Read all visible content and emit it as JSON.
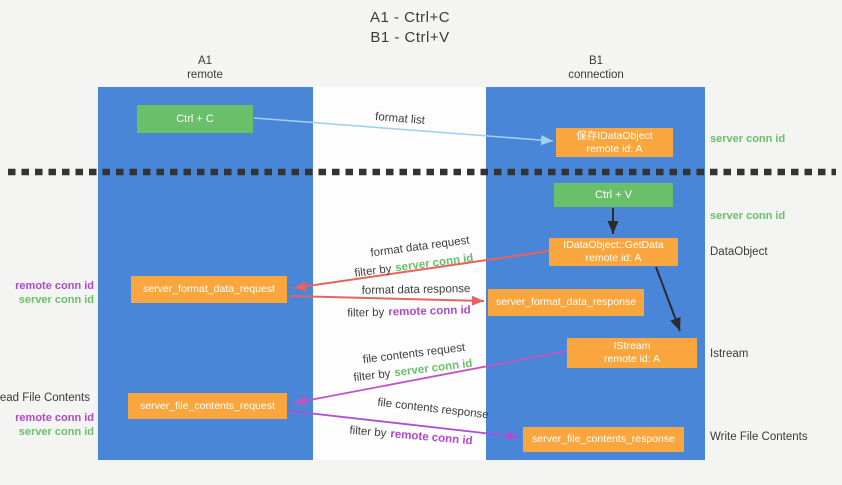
{
  "title": {
    "line1": "A1 - Ctrl+C",
    "line2": "B1 - Ctrl+V"
  },
  "lanes": {
    "a1": {
      "name": "A1",
      "subtitle": "remote"
    },
    "b1": {
      "name": "B1",
      "subtitle": "connection"
    }
  },
  "nodes": {
    "ctrl_c": "Ctrl + C",
    "ctrl_v": "Ctrl + V",
    "save_dataobject_line1": "保存IDataObject",
    "save_dataobject_line2": "remote id: A",
    "getdata_line1": "IDataObject::GetData",
    "getdata_line2": "remote id: A",
    "istream_line1": "IStream",
    "istream_line2": "remote id: A",
    "server_format_data_request": "server_format_data_request",
    "server_format_data_response": "server_format_data_response",
    "server_file_contents_request": "server_file_contents_request",
    "server_file_contents_response": "server_file_contents_response"
  },
  "arrow_labels": {
    "format_list": "format list",
    "format_data_request": "format data request",
    "format_data_response": "format data response",
    "file_contents_request": "file contents request",
    "file_contents_response": "file contents response",
    "filter_by": "filter by",
    "server_conn_id": "server conn id",
    "remote_conn_id": "remote conn id"
  },
  "side_labels": {
    "left_remote_conn_id": "remote conn id",
    "left_server_conn_id": "server conn id",
    "read_file_contents": "Read File Contents",
    "right_server_conn_id_top": "server conn id",
    "right_server_conn_id_mid": "server conn id",
    "dataobject": "DataObject",
    "istream": "Istream",
    "write_file_contents": "Write File Contents"
  },
  "colors": {
    "lane_blue": "#4a86d8",
    "box_green": "#6abf69",
    "box_orange": "#f9a63e",
    "arrow_red": "#e8635e",
    "arrow_light_blue": "#a3d0ee",
    "arrow_magenta": "#c253c2",
    "arrow_purple": "#ad4fd3",
    "arrow_black": "#2b2b2b",
    "label_green": "#6abf69",
    "label_purple": "#b049c8",
    "dashed_line": "#333333",
    "background": "#f4f4f3",
    "text_dark": "#3b3b3b"
  }
}
